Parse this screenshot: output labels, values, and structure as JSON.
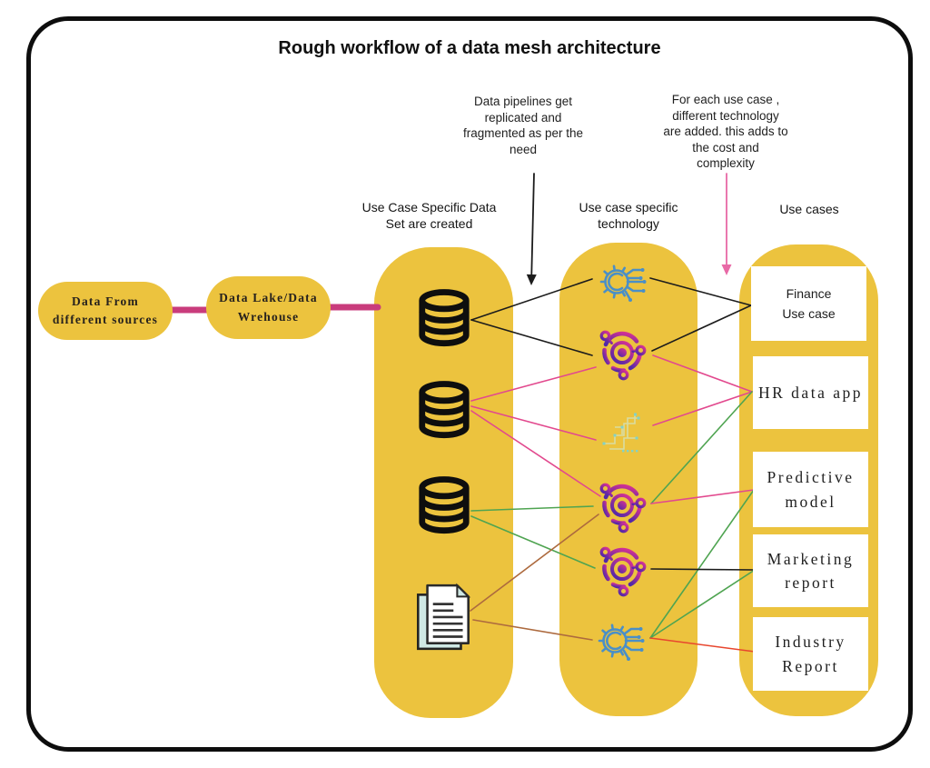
{
  "title": "Rough workflow of a data mesh architecture",
  "annotations": {
    "pipelines": "Data pipelines get\nreplicated and\nfragmented as per the\nneed",
    "technology": "For each use case ,\ndifferent technology\nare added. this adds to\nthe cost and\ncomplexity"
  },
  "sources": {
    "different_sources": "Data From\ndifferent sources",
    "data_lake": "Data Lake/Data\nWrehouse"
  },
  "columns": {
    "datasets": {
      "header": "Use Case Specific Data\nSet are created",
      "items": [
        "database-icon",
        "database-icon",
        "database-icon",
        "document-icon"
      ]
    },
    "technology": {
      "header": "Use case specific\ntechnology",
      "items": [
        "gear-circuit-icon-blue",
        "ai-core-icon-purple",
        "circuit-board-icon-faint",
        "ai-core-icon-purple",
        "ai-core-icon-purple",
        "gear-circuit-icon-blue"
      ]
    },
    "use_cases": {
      "header": "Use cases",
      "items": [
        "Finance\nUse case",
        "HR data app",
        "Predictive\nmodel",
        "Marketing\nreport",
        "Industry\nReport"
      ]
    }
  },
  "palette": {
    "yellow": "#ecc33e",
    "frame_border": "#0d0d0d",
    "thick_link": "#c93c7c",
    "black_line": "#1c1c1c",
    "pink_line": "#e2498e",
    "green_line": "#4fa451",
    "brown_line": "#ad6a3e",
    "red_line": "#e8462e",
    "pink_arrow": "#e869a6",
    "icon_blue": "#4a8fc7",
    "icon_purple_start": "#d63293",
    "icon_purple_end": "#5128a8",
    "icon_black": "#0e0e0e",
    "doc_fill": "#cfe8e4",
    "faint_trace": "#d8dca2",
    "faint_dot": "#82d2c6"
  },
  "pipeline_links": [
    {
      "from": "pill1",
      "to": "pill2"
    },
    {
      "from": "pill2",
      "to": "datasets-column"
    }
  ],
  "connections": [
    {
      "from": "dataset-1",
      "to": "tech-1",
      "color": "black_line"
    },
    {
      "from": "dataset-1",
      "to": "tech-2",
      "color": "black_line"
    },
    {
      "from": "dataset-2",
      "to": "tech-2",
      "color": "pink_line",
      "fromAnchor": "rightHigh",
      "toAnchor": "leftLow"
    },
    {
      "from": "dataset-2",
      "to": "tech-3",
      "color": "pink_line"
    },
    {
      "from": "dataset-2",
      "to": "tech-4",
      "color": "pink_line",
      "fromAnchor": "rightLow",
      "toAnchor": "leftHigh"
    },
    {
      "from": "dataset-3",
      "to": "tech-4",
      "color": "green_line",
      "fromAnchor": "rightHigh"
    },
    {
      "from": "dataset-3",
      "to": "tech-5",
      "color": "green_line",
      "fromAnchor": "rightLow"
    },
    {
      "from": "dataset-doc",
      "to": "tech-4",
      "color": "brown_line",
      "fromAnchor": "rightHigh",
      "toAnchor": "leftLow"
    },
    {
      "from": "dataset-doc",
      "to": "tech-6",
      "color": "brown_line",
      "fromAnchor": "rightLow"
    },
    {
      "from": "tech-1",
      "to": "usecase-finance",
      "color": "black_line"
    },
    {
      "from": "tech-2",
      "to": "usecase-finance",
      "color": "black_line"
    },
    {
      "from": "tech-2",
      "to": "usecase-hr",
      "color": "pink_line",
      "fromAnchor": "rightLow"
    },
    {
      "from": "tech-3",
      "to": "usecase-hr",
      "color": "pink_line"
    },
    {
      "from": "tech-4",
      "to": "usecase-hr",
      "color": "green_line"
    },
    {
      "from": "tech-4",
      "to": "usecase-predictive",
      "color": "pink_line"
    },
    {
      "from": "tech-6",
      "to": "usecase-predictive",
      "color": "green_line"
    },
    {
      "from": "tech-5",
      "to": "usecase-marketing",
      "color": "black_line"
    },
    {
      "from": "tech-6",
      "to": "usecase-marketing",
      "color": "green_line"
    },
    {
      "from": "tech-6",
      "to": "usecase-industry",
      "color": "red_line"
    }
  ],
  "arrows": [
    {
      "color": "black_line",
      "from": [
        588,
        191
      ],
      "to": [
        585,
        314
      ]
    },
    {
      "color": "pink_arrow",
      "from": [
        800,
        191
      ],
      "to": [
        800,
        303
      ]
    }
  ]
}
